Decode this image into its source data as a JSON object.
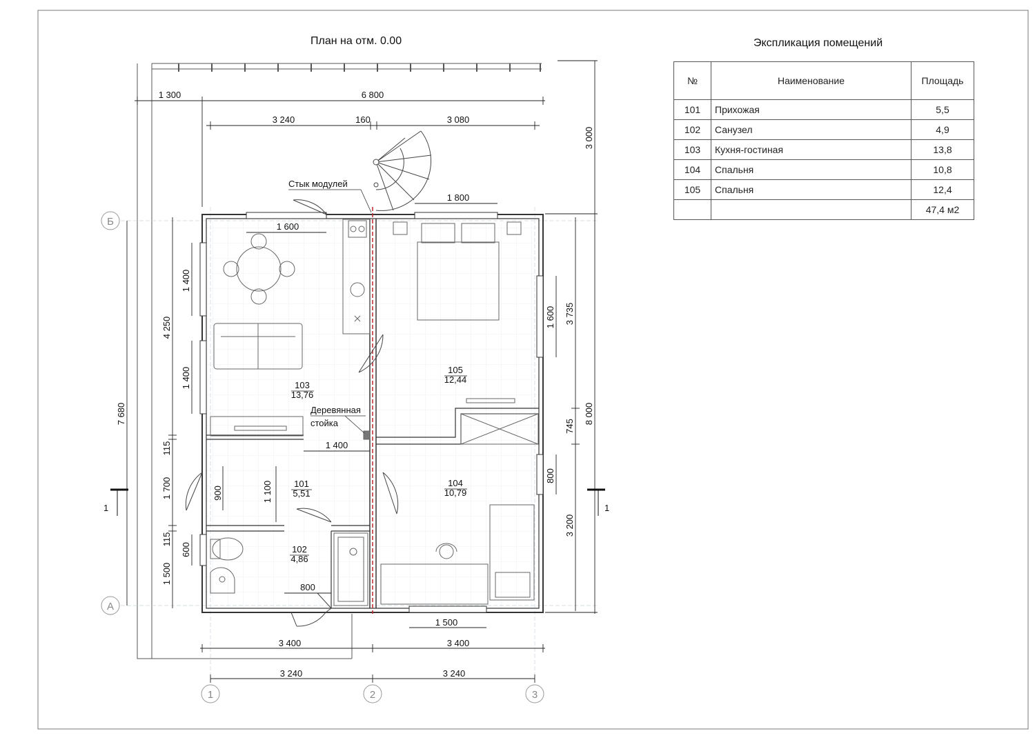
{
  "plan_title": "План на отм. 0.00",
  "explication": {
    "title": "Экспликация помещений",
    "headers": [
      "№",
      "Наименование",
      "Площадь"
    ],
    "rows": [
      {
        "num": "101",
        "name": "Прихожая",
        "area": "5,5"
      },
      {
        "num": "102",
        "name": "Санузел",
        "area": "4,9"
      },
      {
        "num": "103",
        "name": "Кухня-гостиная",
        "area": "13,8"
      },
      {
        "num": "104",
        "name": "Спальня",
        "area": "10,8"
      },
      {
        "num": "105",
        "name": "Спальня",
        "area": "12,4"
      }
    ],
    "total": "47,4 м2"
  },
  "rooms": [
    {
      "num": "101",
      "area": "5,51"
    },
    {
      "num": "102",
      "area": "4,86"
    },
    {
      "num": "103",
      "area": "13,76"
    },
    {
      "num": "104",
      "area": "10,79"
    },
    {
      "num": "105",
      "area": "12,44"
    }
  ],
  "annotations": {
    "module_joint": "Стык модулей",
    "post_line1": "Деревянная",
    "post_line2": "стойка"
  },
  "axes": {
    "letters": [
      "Б",
      "А"
    ],
    "numbers": [
      "1",
      "2",
      "3"
    ]
  },
  "section_label": "1",
  "dimensions": {
    "top_terrace": "1 300",
    "top_total": "6 800",
    "top_left": "3 240",
    "top_mid": "160",
    "top_right": "3 080",
    "window_top_right": "1 800",
    "window_top_left": "1 600",
    "terrace_depth": "3 000",
    "left_total": "7 680",
    "left_upper": "4 250",
    "left_115a": "115",
    "left_1700": "1 700",
    "left_115b": "115",
    "left_1500": "1 500",
    "win_left_1": "1 400",
    "win_left_2": "1 400",
    "win_left_3": "600",
    "hall_900": "900",
    "hall_1100": "1 100",
    "hall_1400": "1 400",
    "bath_800": "800",
    "right_total": "8 000",
    "right_3735": "3 735",
    "right_745": "745",
    "right_3200": "3 200",
    "right_win_1600": "1 600",
    "right_win_800": "800",
    "bottom_window": "1 500",
    "bottom_left_outer": "3 400",
    "bottom_right_outer": "3 400",
    "bottom_left_axis": "3 240",
    "bottom_right_axis": "3 240"
  }
}
